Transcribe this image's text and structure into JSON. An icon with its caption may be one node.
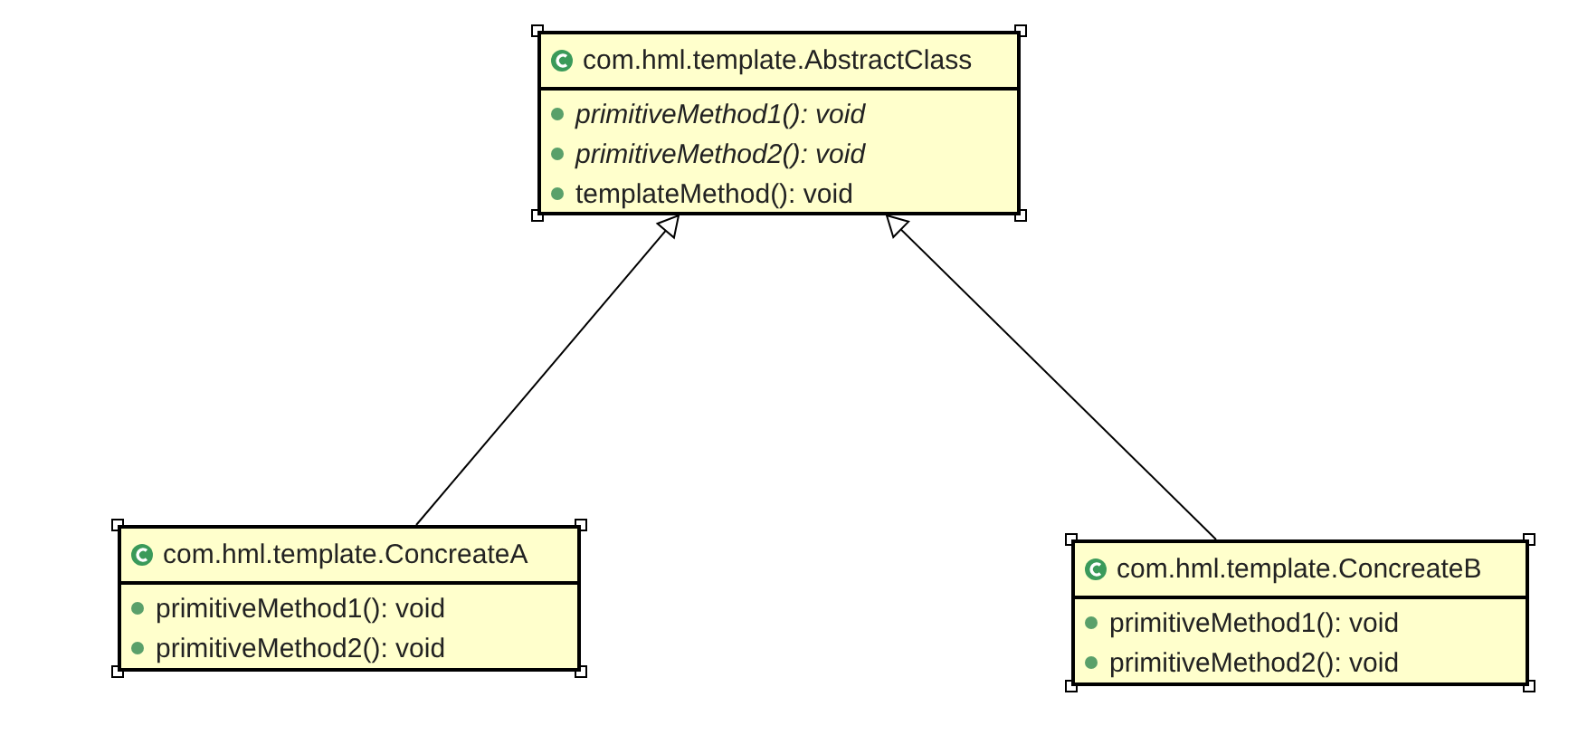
{
  "diagram": {
    "nodes": [
      {
        "text": [
          "com.hml.template.AbstractClass",
          "*primitiveMethod1(): void*",
          "*primitiveMethod2(): void*",
          "templateMethod(): void"
        ]
      },
      {
        "text": [
          "com.hml.template.ConcreateA",
          "primitiveMethod1(): void",
          "primitiveMethod2(): void"
        ]
      },
      {
        "text": [
          "com.hml.template.ConcreateB",
          "primitiveMethod1(): void",
          "primitiveMethod2(): void"
        ]
      }
    ],
    "edges": [
      {
        "from": 1,
        "to": 0,
        "arrow": "to"
      },
      {
        "from": 2,
        "to": 0,
        "arrow": "to"
      }
    ]
  }
}
